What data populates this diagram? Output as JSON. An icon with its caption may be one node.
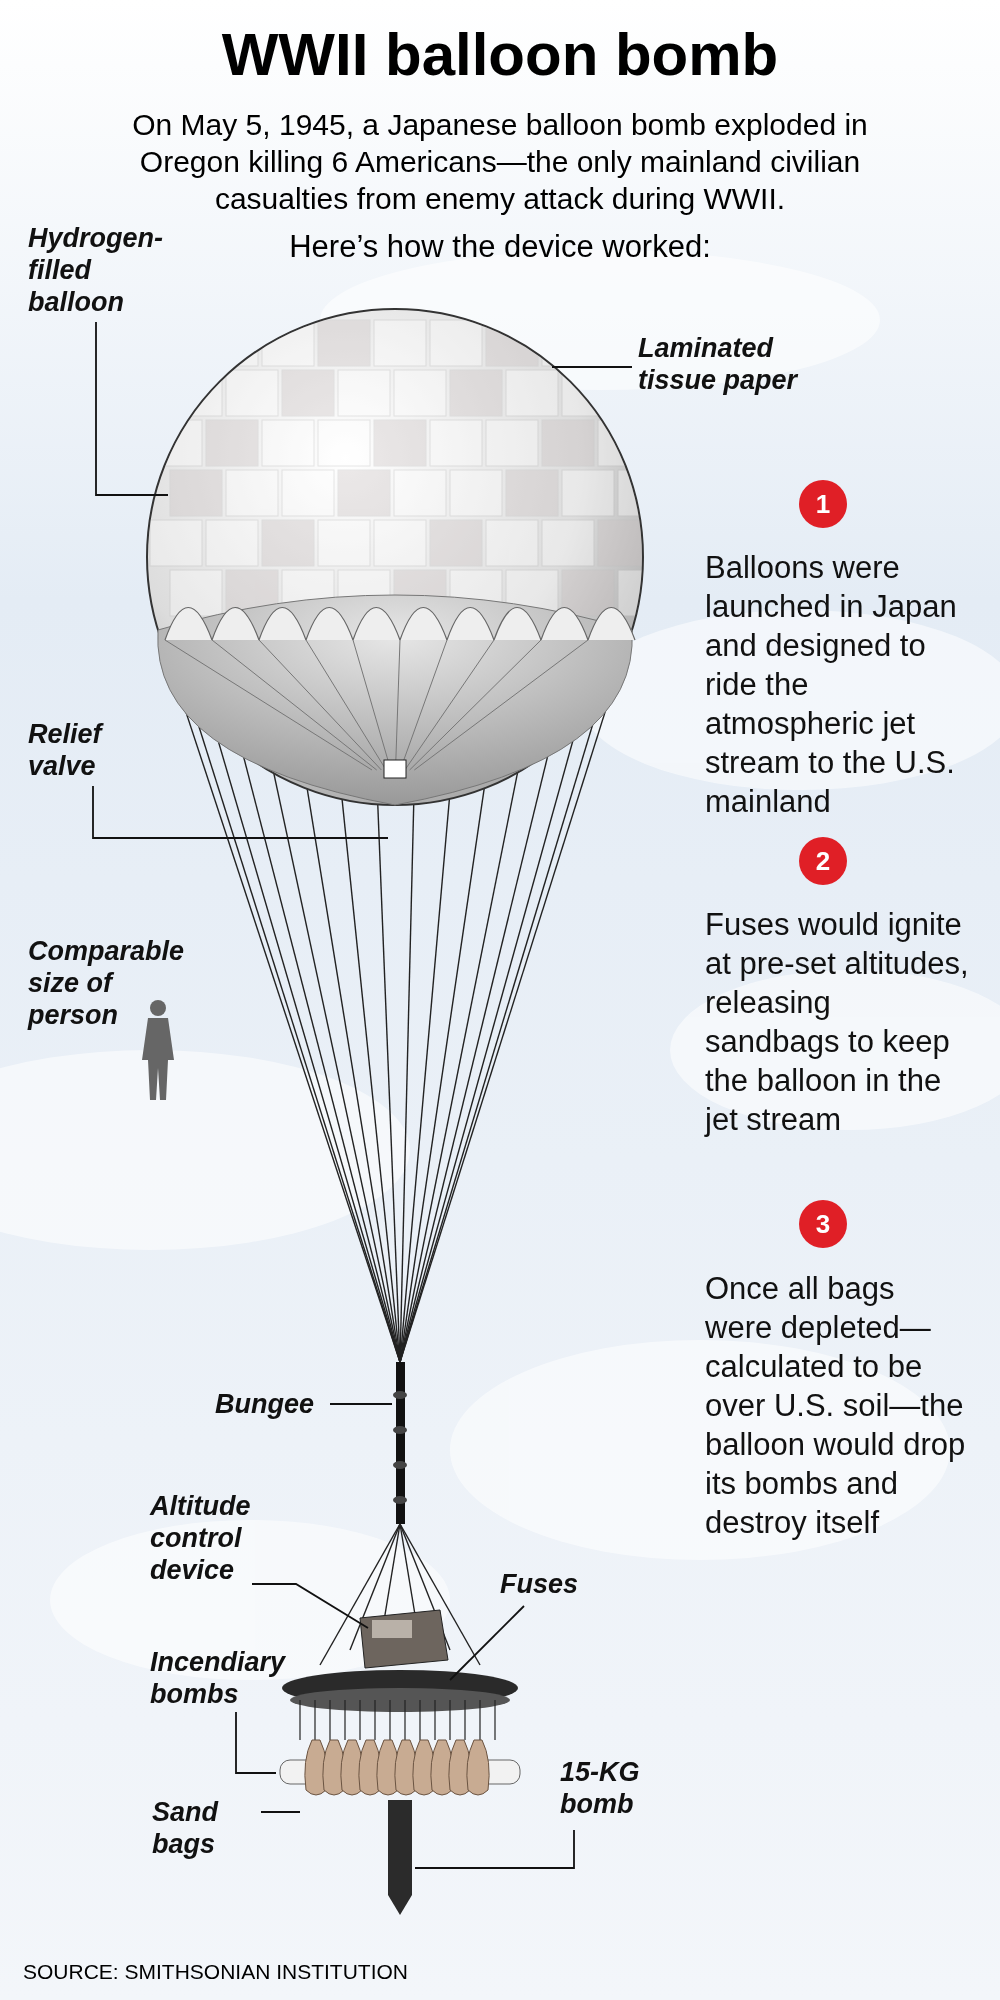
{
  "diagram": {
    "title": "WWII balloon bomb",
    "nodes": [
      {
        "text": [
          "Hydrogen-filled balloon"
        ]
      },
      {
        "text": [
          "Laminated tissue paper"
        ]
      },
      {
        "text": [
          "Relief valve"
        ]
      },
      {
        "text": [
          "Bungee"
        ]
      },
      {
        "text": [
          "Altitude control device"
        ]
      },
      {
        "text": [
          "Fuses"
        ]
      },
      {
        "text": [
          "Incendiary bombs"
        ]
      },
      {
        "text": [
          "Sand bags"
        ]
      },
      {
        "text": [
          "15-KG bomb"
        ]
      },
      {
        "text": [
          "1"
        ],
        "beside": [
          "Balloons were launched in Japan and designed to ride the atmospheric jet stream to the U.S. mainland"
        ]
      },
      {
        "text": [
          "2"
        ],
        "beside": [
          "Fuses would ignite at pre-set altitudes, releasing sandbags to keep the balloon in the jet stream"
        ]
      },
      {
        "text": [
          "3"
        ],
        "beside": [
          "Once all bags were depleted—calculated to be over U.S. soil—the balloon would drop its bombs and destroy itself"
        ]
      }
    ],
    "edges": [
      {
        "from": 0,
        "to": null,
        "arrow": "none"
      },
      {
        "from": 1,
        "to": null,
        "arrow": "none"
      },
      {
        "from": 2,
        "to": null,
        "arrow": "none"
      },
      {
        "from": 3,
        "to": null,
        "arrow": "none"
      },
      {
        "from": 4,
        "to": null,
        "arrow": "none"
      },
      {
        "from": 5,
        "to": null,
        "arrow": "none"
      },
      {
        "from": 6,
        "to": null,
        "arrow": "none"
      },
      {
        "from": 7,
        "to": null,
        "arrow": "none"
      },
      {
        "from": 8,
        "to": null,
        "arrow": "none"
      }
    ],
    "labels": [
      "On May 5, 1945, a Japanese balloon bomb exploded in Oregon killing 6 Americans—the only mainland civilian casualties from enemy attack during WWII.",
      "Here’s how the device worked:",
      "Comparable size of person",
      "SOURCE: SMITHSONIAN INSTITUTION"
    ]
  }
}
